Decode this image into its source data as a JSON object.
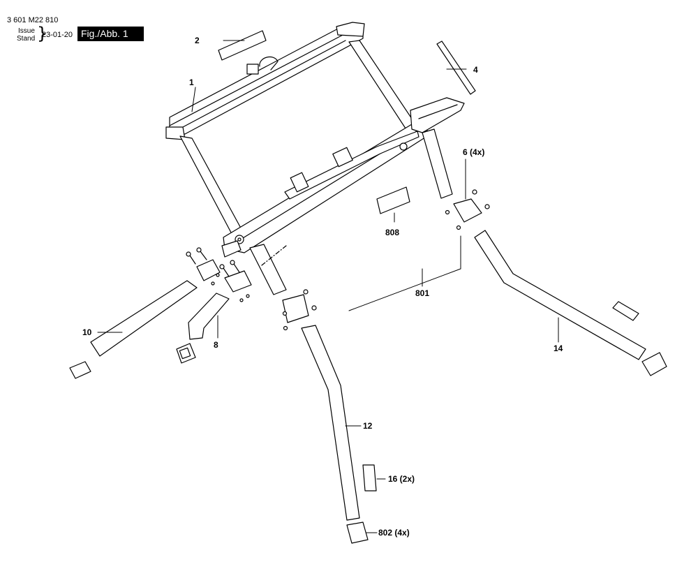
{
  "header": {
    "part_number": "3 601 M22 810",
    "issue_label": "Issue",
    "stand_label": "Stand",
    "date": "23-01-20",
    "figure_label": "Fig./Abb. 1"
  },
  "callouts": {
    "c1": "1",
    "c2": "2",
    "c4": "4",
    "c6": "6 (4x)",
    "c8": "8",
    "c10": "10",
    "c12": "12",
    "c14": "14",
    "c16": "16 (2x)",
    "c801": "801",
    "c802": "802 (4x)",
    "c808": "808"
  }
}
